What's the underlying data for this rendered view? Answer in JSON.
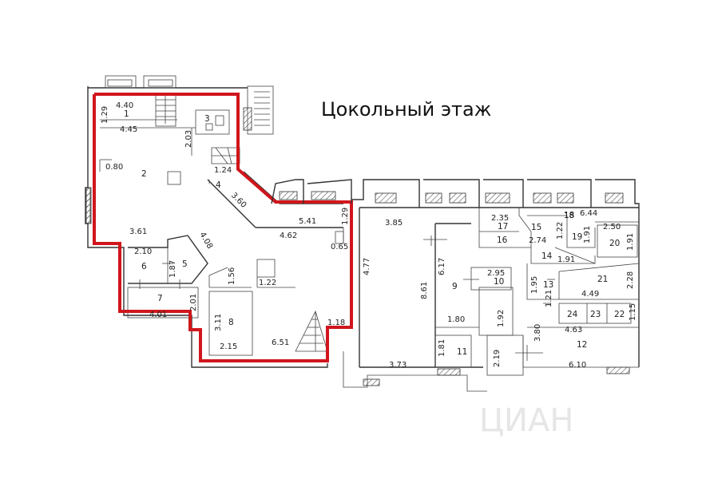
{
  "title": "Цокольный этаж",
  "watermark": "ЦИАН",
  "highlight_color": "#d0161c",
  "rooms": [
    {
      "id": "r1",
      "label": "1"
    },
    {
      "id": "r2",
      "label": "2"
    },
    {
      "id": "r3",
      "label": "3"
    },
    {
      "id": "r4",
      "label": "4"
    },
    {
      "id": "r5",
      "label": "5"
    },
    {
      "id": "r6",
      "label": "6"
    },
    {
      "id": "r7",
      "label": "7"
    },
    {
      "id": "r8",
      "label": "8"
    },
    {
      "id": "r9",
      "label": "9"
    },
    {
      "id": "r10",
      "label": "10"
    },
    {
      "id": "r11",
      "label": "11"
    },
    {
      "id": "r12",
      "label": "12"
    },
    {
      "id": "r13",
      "label": "13"
    },
    {
      "id": "r14",
      "label": "14"
    },
    {
      "id": "r15",
      "label": "15"
    },
    {
      "id": "r16",
      "label": "16"
    },
    {
      "id": "r17",
      "label": "17"
    },
    {
      "id": "r18",
      "label": "18"
    },
    {
      "id": "r19",
      "label": "19"
    },
    {
      "id": "r20",
      "label": "20"
    },
    {
      "id": "r21",
      "label": "21"
    },
    {
      "id": "r22",
      "label": "22"
    },
    {
      "id": "r23",
      "label": "23"
    },
    {
      "id": "r24",
      "label": "24"
    }
  ],
  "dimensions": [
    "4.40",
    "1.29",
    "4.45",
    "2.03",
    "0.80",
    "1.24",
    "3.60",
    "5.41",
    "1.29",
    "3.61",
    "4.62",
    "4.08",
    "0.65",
    "2.10",
    "1.87",
    "1.56",
    "1.22",
    "2.01",
    "4.01",
    "3.11",
    "2.15",
    "6.51",
    "1.18",
    "4.77",
    "3.85",
    "6.17",
    "8.61",
    "2.95",
    "1.80",
    "1.92",
    "1.81",
    "3.73",
    "2.19",
    "2.35",
    "18",
    "6.44",
    "2.74",
    "1.22",
    "1.91",
    "2.50",
    "1.91",
    "1.91",
    "1.95",
    "2.28",
    "4.49",
    "1.21",
    "1.15",
    "4.63",
    "3.80",
    "6.10"
  ]
}
